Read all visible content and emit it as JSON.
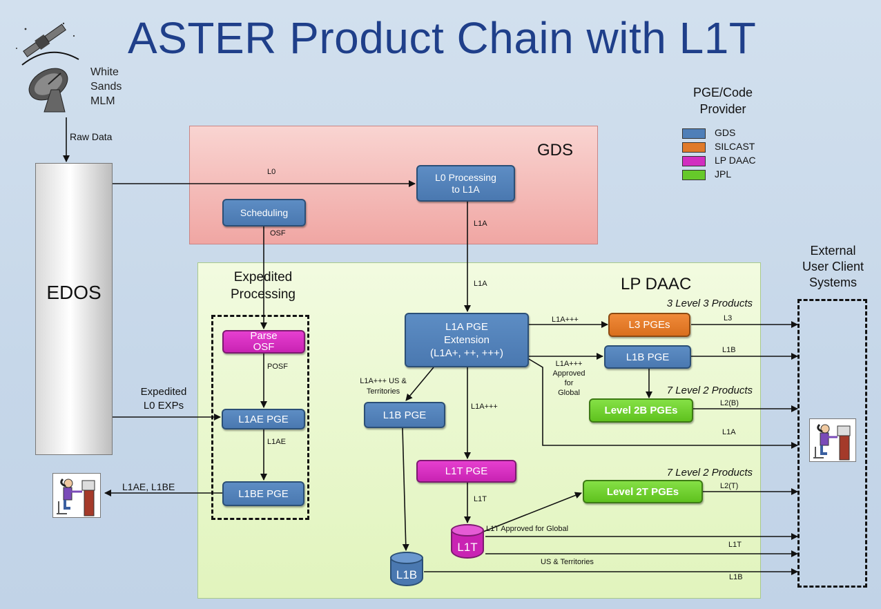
{
  "title": "ASTER Product Chain with L1T",
  "ground_station": {
    "line1": "White",
    "line2": "Sands",
    "line3": "MLM"
  },
  "raw_data_label": "Raw Data",
  "edos_label": "EDOS",
  "legend": {
    "title_line1": "PGE/Code",
    "title_line2": "Provider",
    "items": [
      {
        "label": "GDS",
        "color": "#4f7fb8"
      },
      {
        "label": "SILCAST",
        "color": "#e07a2a"
      },
      {
        "label": "LP DAAC",
        "color": "#d22ec0"
      },
      {
        "label": "JPL",
        "color": "#66c92a"
      }
    ]
  },
  "gds": {
    "label": "GDS",
    "l0_label": "L0",
    "l0_processing_line1": "L0 Processing",
    "l0_processing_line2": "to L1A",
    "scheduling": "Scheduling",
    "osf_label": "OSF",
    "l1a_label": "L1A"
  },
  "lpdaac": {
    "label": "LP DAAC",
    "l1a_label": "L1A",
    "l1a_pge_line1": "L1A PGE",
    "l1a_pge_line2": "Extension",
    "l1a_pge_line3": "(L1A+, ++, +++)",
    "l3_products_caption": "3 Level 3 Products",
    "l3_pges": "L3 PGEs",
    "l1a3_to_l3": "L1A+++",
    "l3_out": "L3",
    "l1b_pge_right": "L1B PGE",
    "l1a3_approved_line1": "L1A+++",
    "l1a3_approved_line2": "Approved",
    "l1a3_approved_line3": "for",
    "l1a3_approved_line4": "Global",
    "l1b_out": "L1B",
    "l2b_caption": "7 Level 2 Products",
    "level2b_pges": "Level 2B PGEs",
    "l2b_out": "L2(B)",
    "l1a_out": "L1A",
    "us_terr_line1": "L1A+++ US &",
    "us_terr_line2": "Territories",
    "l1b_pge_left": "L1B PGE",
    "l1a3_to_l1t": "L1A+++",
    "l1t_pge": "L1T PGE",
    "l1t_label": "L1T",
    "l2t_caption": "7 Level 2 Products",
    "level2t_pges": "Level 2T PGEs",
    "l2t_out": "L2(T)",
    "l1t_approved": "L1T Approved for Global",
    "l1t_out": "L1T",
    "us_territories": "US & Territories",
    "l1b_db_out": "L1B",
    "db_l1t": "L1T",
    "db_l1b": "L1B"
  },
  "expedited": {
    "title_line1": "Expedited",
    "title_line2": "Processing",
    "parse_osf_line1": "Parse",
    "parse_osf_line2": "OSF",
    "posf_label": "POSF",
    "input_line1": "Expedited",
    "input_line2": "L0 EXPs",
    "l1ae_pge": "L1AE PGE",
    "l1ae_label": "L1AE",
    "l1be_pge": "L1BE PGE",
    "output_label": "L1AE, L1BE"
  },
  "external": {
    "line1": "External",
    "line2": "User Client",
    "line3": "Systems"
  }
}
